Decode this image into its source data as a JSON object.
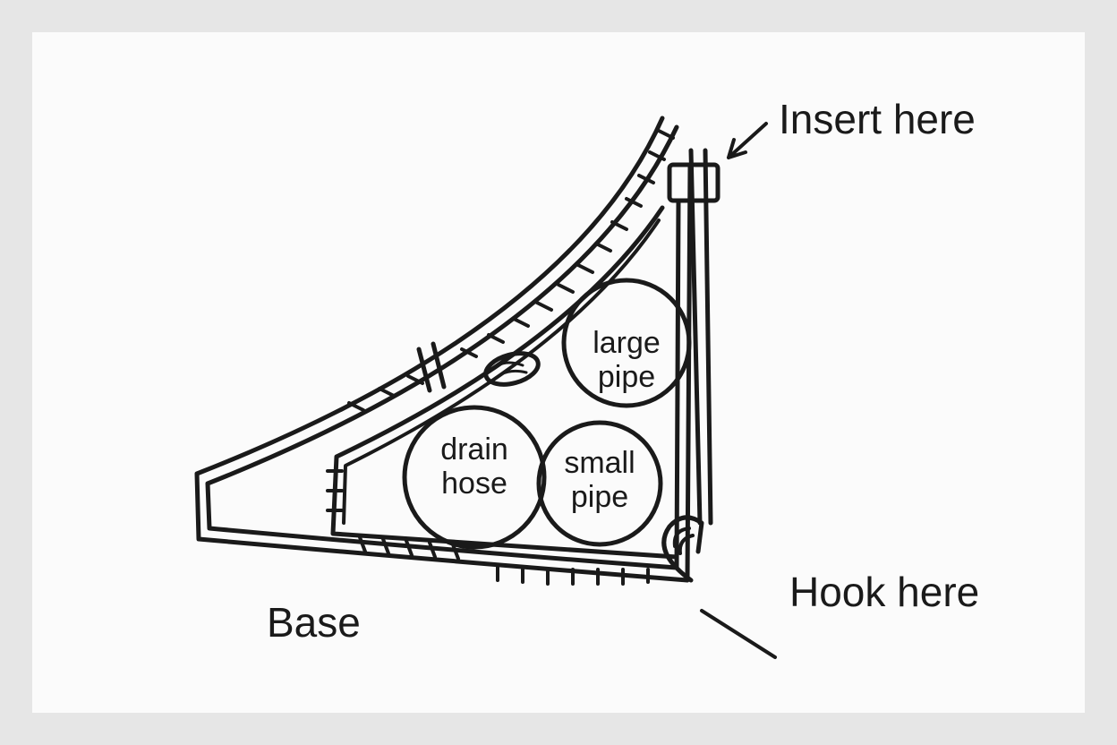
{
  "colors": {
    "ink": "#1a1a1a",
    "paper": "#fbfbfb",
    "border": "#e6e6e6"
  },
  "labels": {
    "insert": "Insert here",
    "hook": "Hook here",
    "base": "Base"
  },
  "pipes": {
    "large": {
      "line1": "large",
      "line2": "pipe"
    },
    "drain": {
      "line1": "drain",
      "line2": "hose"
    },
    "small": {
      "line1": "small",
      "line2": "pipe"
    }
  }
}
